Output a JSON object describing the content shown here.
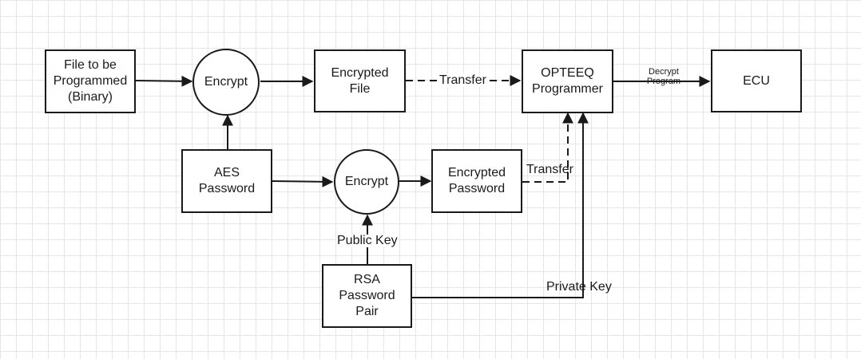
{
  "nodes": {
    "file": "File to be\nProgrammed\n(Binary)",
    "encrypt_top": "Encrypt",
    "encrypted_file": "Encrypted\nFile",
    "programmer": "OPTEEQ\nProgrammer",
    "ecu": "ECU",
    "aes": "AES\nPassword",
    "encrypt_mid": "Encrypt",
    "encrypted_password": "Encrypted\nPassword",
    "rsa": "RSA\nPassword\nPair"
  },
  "edges": {
    "transfer_top": "Transfer",
    "decrypt_program": "Decrypt\nProgram",
    "transfer_mid": "Transfer",
    "public_key": "Public Key",
    "private_key": "Private Key"
  },
  "colors": {
    "stroke": "#1a1a1a",
    "grid": "#e6e6e6"
  }
}
